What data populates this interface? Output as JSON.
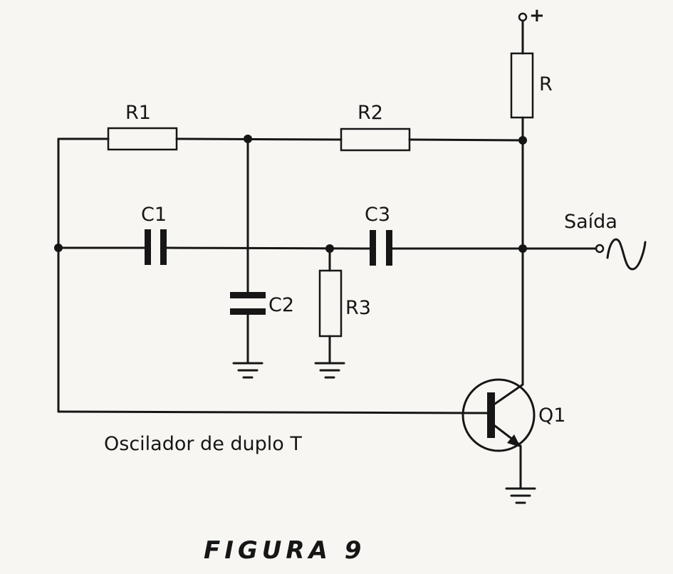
{
  "diagram": {
    "caption": "Oscilador de duplo T",
    "figure_label": "FIGURA 9",
    "components": {
      "R": "R",
      "R1": "R1",
      "R2": "R2",
      "R3": "R3",
      "C1": "C1",
      "C2": "C2",
      "C3": "C3",
      "Q1": "Q1"
    },
    "terminals": {
      "supply": "+",
      "output": "Saída"
    }
  }
}
